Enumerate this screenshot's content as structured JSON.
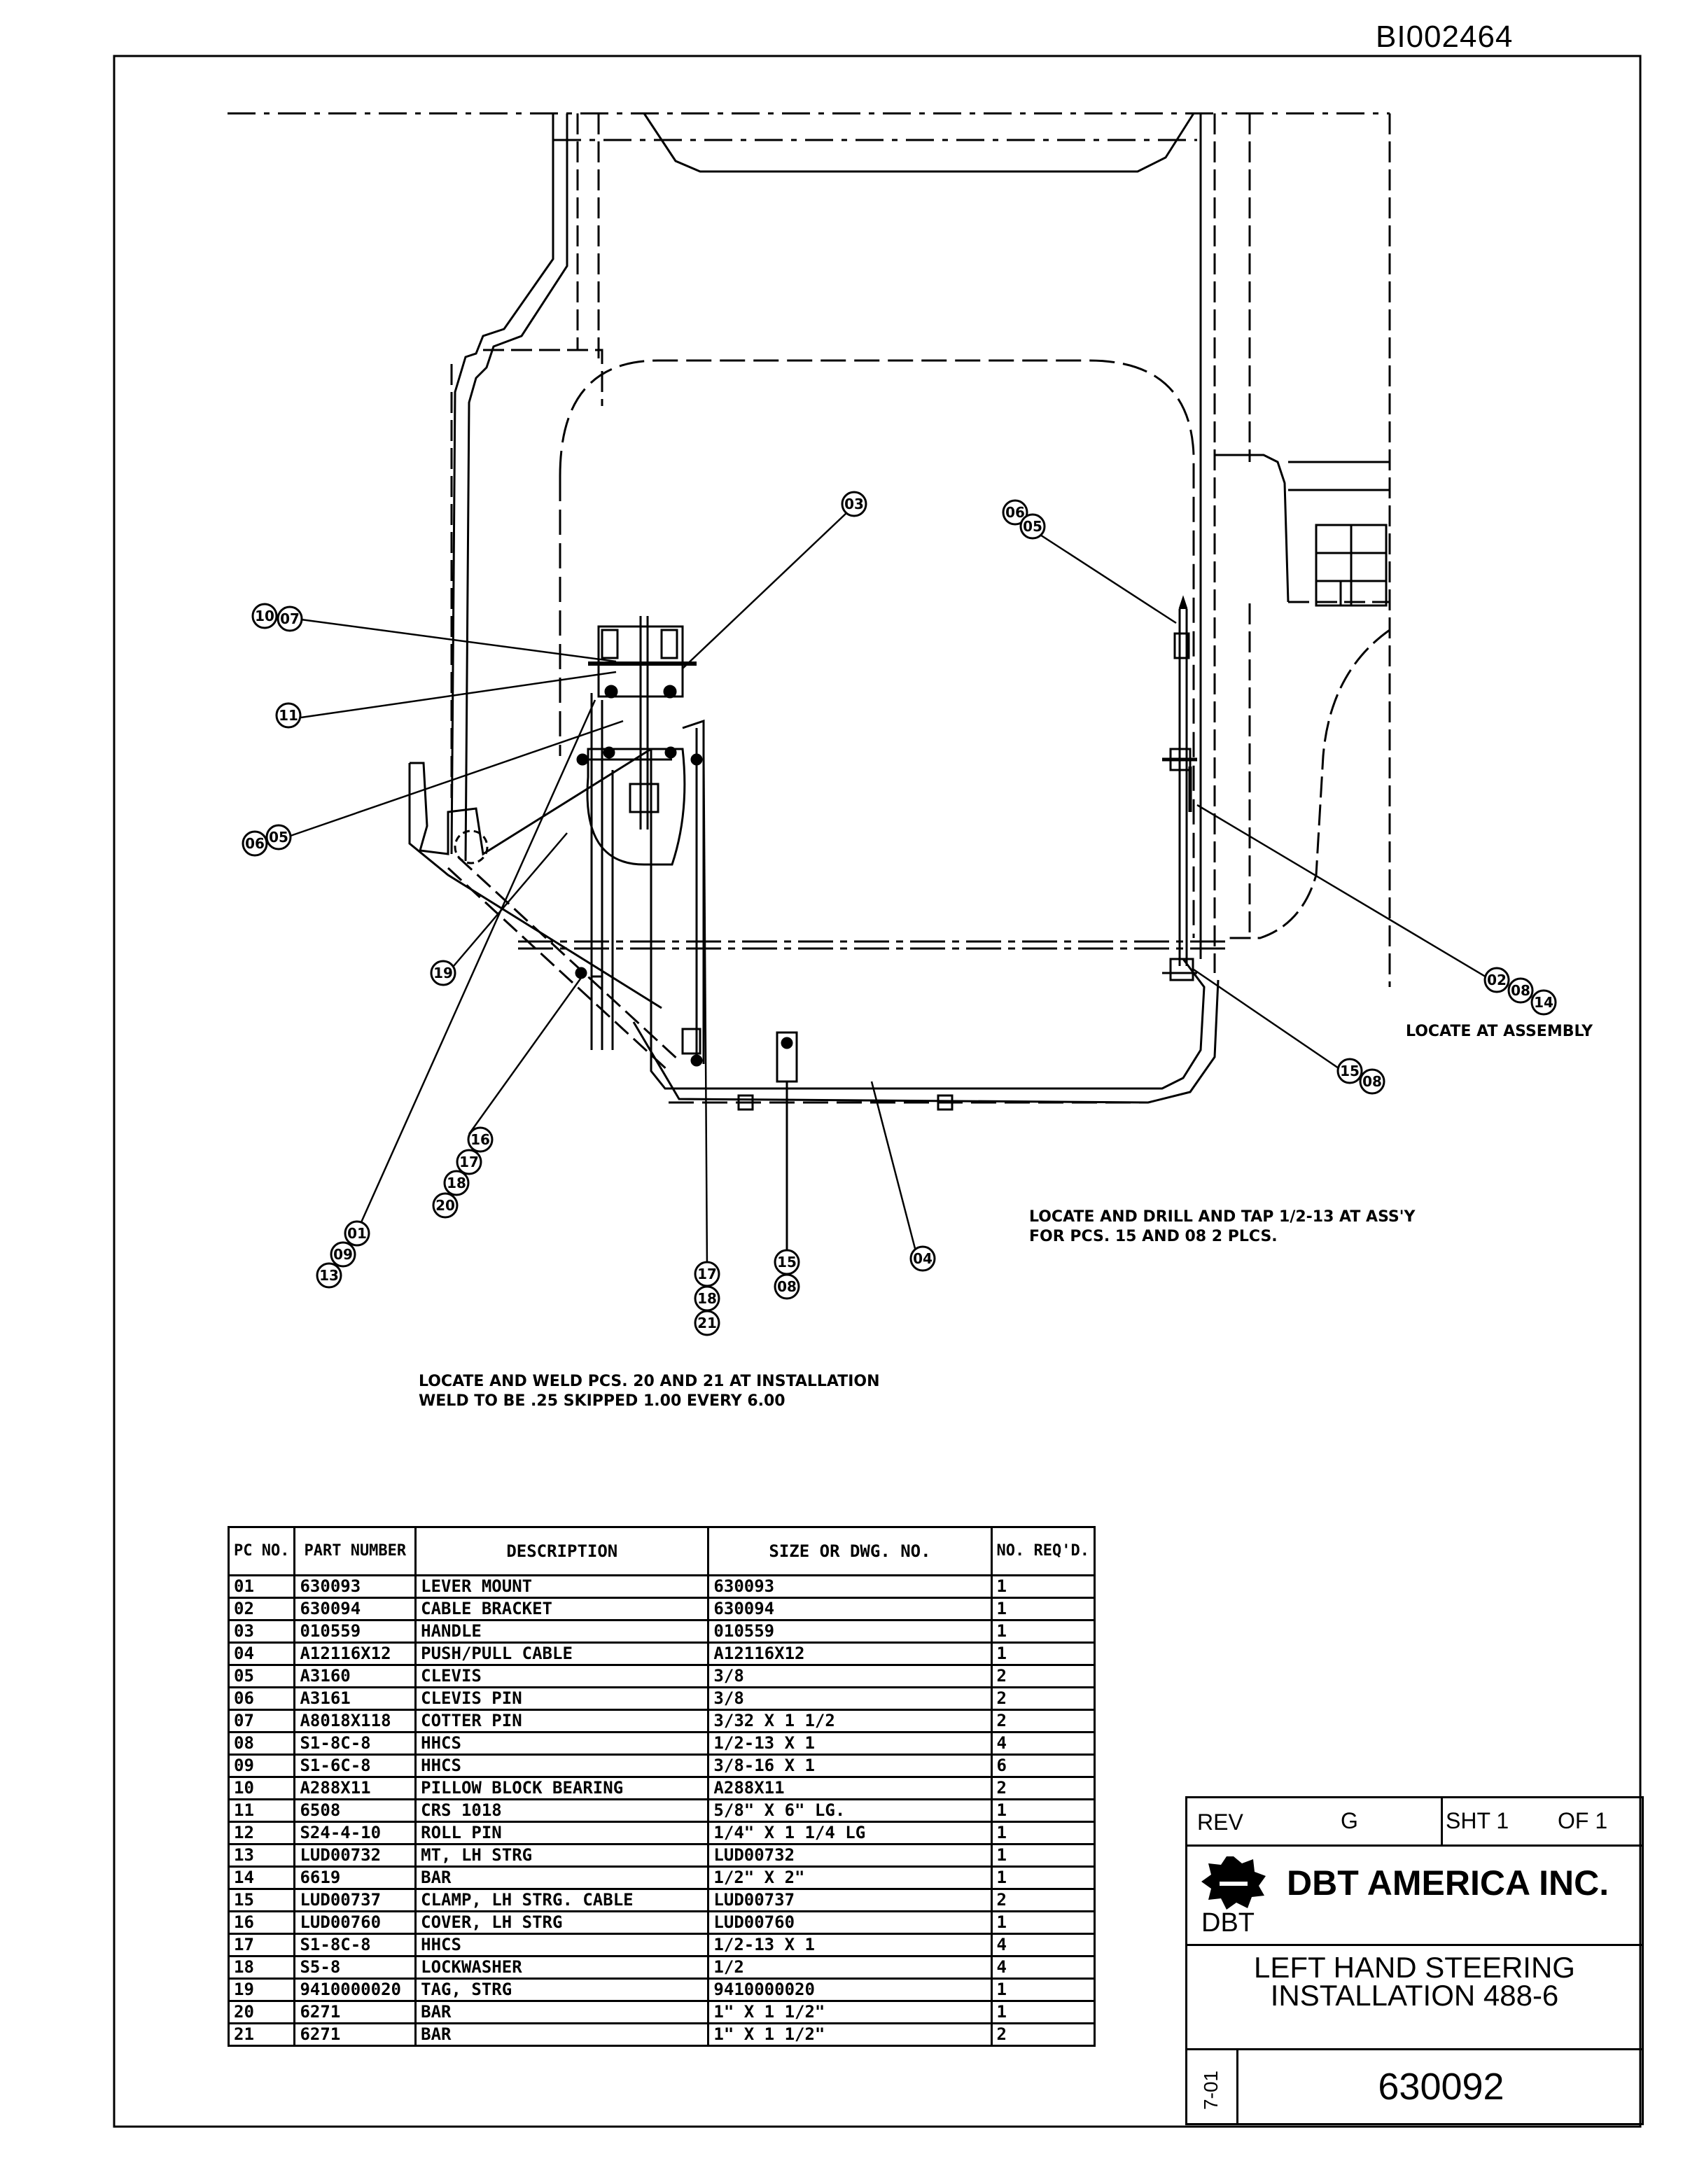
{
  "doc_id": "BI002464",
  "notes": {
    "locate_at_assembly": "LOCATE AT ASSEMBLY",
    "drill_tap": "LOCATE AND DRILL AND TAP 1/2-13 AT ASS'Y\nFOR PCS. 15 AND 08 2 PLCS.",
    "weld": "LOCATE AND WELD PCS. 20 AND 21 AT INSTALLATION\nWELD TO BE .25 SKIPPED 1.00 EVERY 6.00"
  },
  "callouts": {
    "c03": "03",
    "c06a": "06",
    "c05a": "05",
    "c10": "10",
    "c07": "07",
    "c11": "11",
    "c06b": "06",
    "c05b": "05",
    "c19": "19",
    "c02": "02",
    "c08a": "08",
    "c14": "14",
    "c15a": "15",
    "c08b": "08",
    "c16": "16",
    "c17a": "17",
    "c18a": "18",
    "c20": "20",
    "c01": "01",
    "c09": "09",
    "c13": "13",
    "c17b": "17",
    "c18b": "18",
    "c21": "21",
    "c15b": "15",
    "c08c": "08",
    "c04": "04"
  },
  "table": {
    "headers": [
      "PC NO.",
      "PART NUMBER",
      "DESCRIPTION",
      "SIZE OR DWG. NO.",
      "NO. REQ'D."
    ],
    "rows": [
      [
        "01",
        "630093",
        "LEVER MOUNT",
        "630093",
        "1"
      ],
      [
        "02",
        "630094",
        "CABLE BRACKET",
        "630094",
        "1"
      ],
      [
        "03",
        "010559",
        "HANDLE",
        "010559",
        "1"
      ],
      [
        "04",
        "A12116X12",
        "PUSH/PULL CABLE",
        "A12116X12",
        "1"
      ],
      [
        "05",
        "A3160",
        "CLEVIS",
        "3/8",
        "2"
      ],
      [
        "06",
        "A3161",
        "CLEVIS PIN",
        "3/8",
        "2"
      ],
      [
        "07",
        "A8018X118",
        "COTTER PIN",
        "3/32 X 1 1/2",
        "2"
      ],
      [
        "08",
        "S1-8C-8",
        "HHCS",
        "1/2-13 X 1",
        "4"
      ],
      [
        "09",
        "S1-6C-8",
        "HHCS",
        "3/8-16 X 1",
        "6"
      ],
      [
        "10",
        "A288X11",
        "PILLOW BLOCK BEARING",
        "A288X11",
        "2"
      ],
      [
        "11",
        "6508",
        "CRS 1018",
        "5/8\" X 6\" LG.",
        "1"
      ],
      [
        "12",
        "S24-4-10",
        "ROLL PIN",
        "1/4\" X 1 1/4 LG",
        "1"
      ],
      [
        "13",
        "LUD00732",
        "MT, LH STRG",
        "LUD00732",
        "1"
      ],
      [
        "14",
        "6619",
        "BAR",
        "1/2\" X 2\"",
        "1"
      ],
      [
        "15",
        "LUD00737",
        "CLAMP, LH STRG. CABLE",
        "LUD00737",
        "2"
      ],
      [
        "16",
        "LUD00760",
        "COVER, LH STRG",
        "LUD00760",
        "1"
      ],
      [
        "17",
        "S1-8C-8",
        "HHCS",
        "1/2-13 X 1",
        "4"
      ],
      [
        "18",
        "S5-8",
        "LOCKWASHER",
        "1/2",
        "4"
      ],
      [
        "19",
        "9410000020",
        "TAG, STRG",
        "9410000020",
        "1"
      ],
      [
        "20",
        "6271",
        "BAR",
        "1\" X 1 1/2\"",
        "1"
      ],
      [
        "21",
        "6271",
        "BAR",
        "1\" X 1 1/2\"",
        "2"
      ]
    ]
  },
  "title_block": {
    "rev_label": "REV",
    "rev_value": "G",
    "sheet": "SHT 1",
    "of": "OF 1",
    "company": "DBT AMERICA INC.",
    "logo_text": "DBT",
    "title_line1": "LEFT HAND STEERING",
    "title_line2": "INSTALLATION 488-6",
    "date_code": "7-01",
    "drawing_number": "630092"
  }
}
